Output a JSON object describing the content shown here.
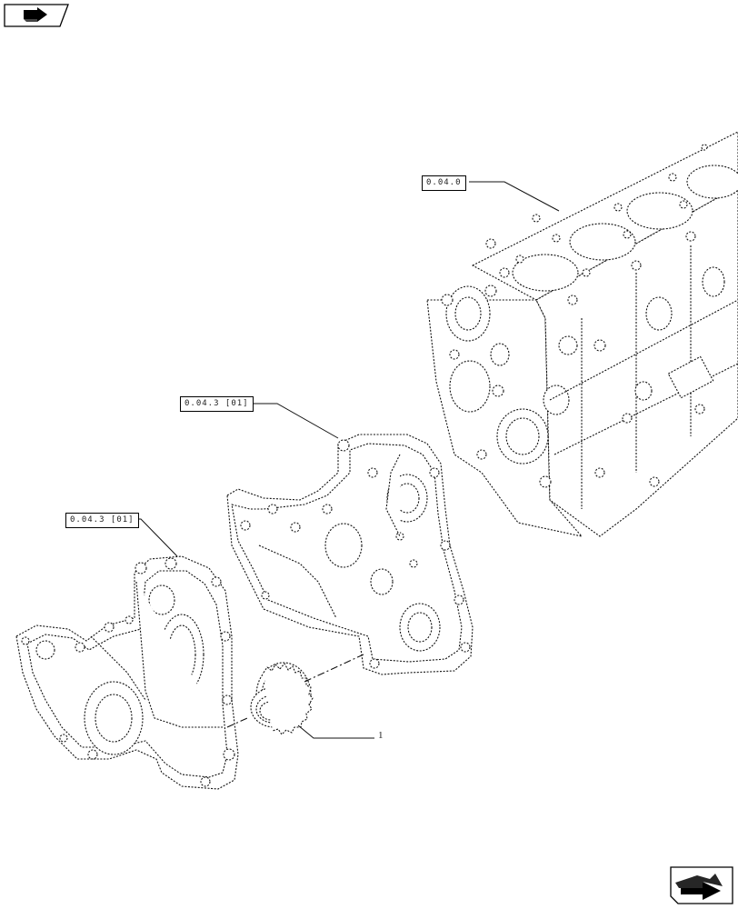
{
  "icons": {
    "top_left": "book-return-icon",
    "bottom_right": "next-page-arrow-icon"
  },
  "references": {
    "engine_block": "0.04.0",
    "timing_cover": "0.04.3 [01]",
    "front_cover": "0.04.3 [01]"
  },
  "callouts": {
    "gear": "1"
  }
}
